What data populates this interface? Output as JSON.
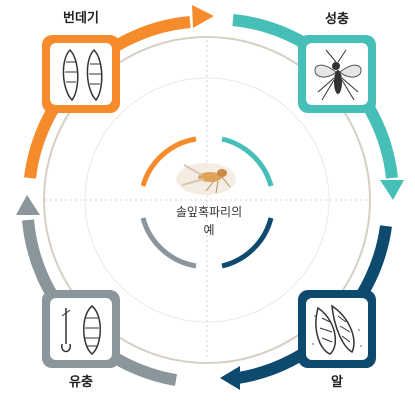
{
  "stages": {
    "pupa": "번데기",
    "adult": "성충",
    "egg": "알",
    "larva": "유충"
  },
  "center": {
    "line1": "솔잎혹파리의",
    "line2": "예"
  },
  "colors": {
    "pupa": "#f68b2c",
    "adult": "#45bfb7",
    "egg": "#0d4a6e",
    "larva": "#8a969c",
    "grid": "#d8d2c8",
    "ring": "#d6cfc4"
  },
  "icons": {
    "pupa": "pupa-drawing-icon",
    "adult": "gall-midge-adult-icon",
    "egg": "egg-mass-icon",
    "larva": "larva-drawing-icon",
    "center": "gall-midge-photo-icon"
  }
}
